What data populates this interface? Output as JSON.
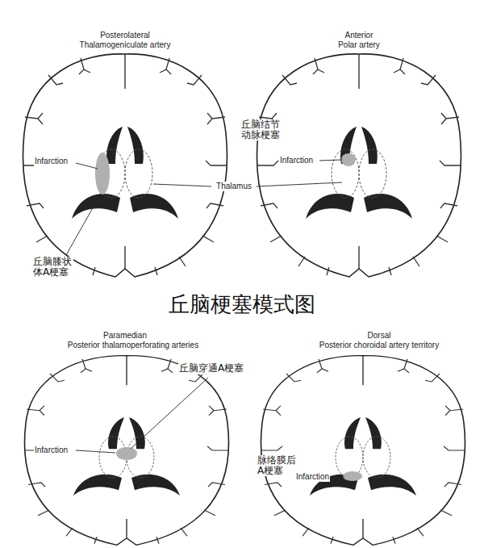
{
  "diagram": {
    "title": "丘脑梗塞模式图",
    "labels": [
      "Posterolateral",
      "Thalamogeniculate artery",
      "Anterior",
      "Polar artery",
      "Infarction",
      "丘脑膝状体A梗塞",
      "丘脑结节动脉梗塞",
      "Infarction",
      "Thalamus",
      "Paramedian",
      "Posterior thalamoperforating arteries",
      "丘脑穿通A梗塞",
      "Infarction",
      "Dorsal",
      "Posterior choroidal artery territory",
      "脉络膜后A梗塞",
      "Infarction"
    ]
  }
}
